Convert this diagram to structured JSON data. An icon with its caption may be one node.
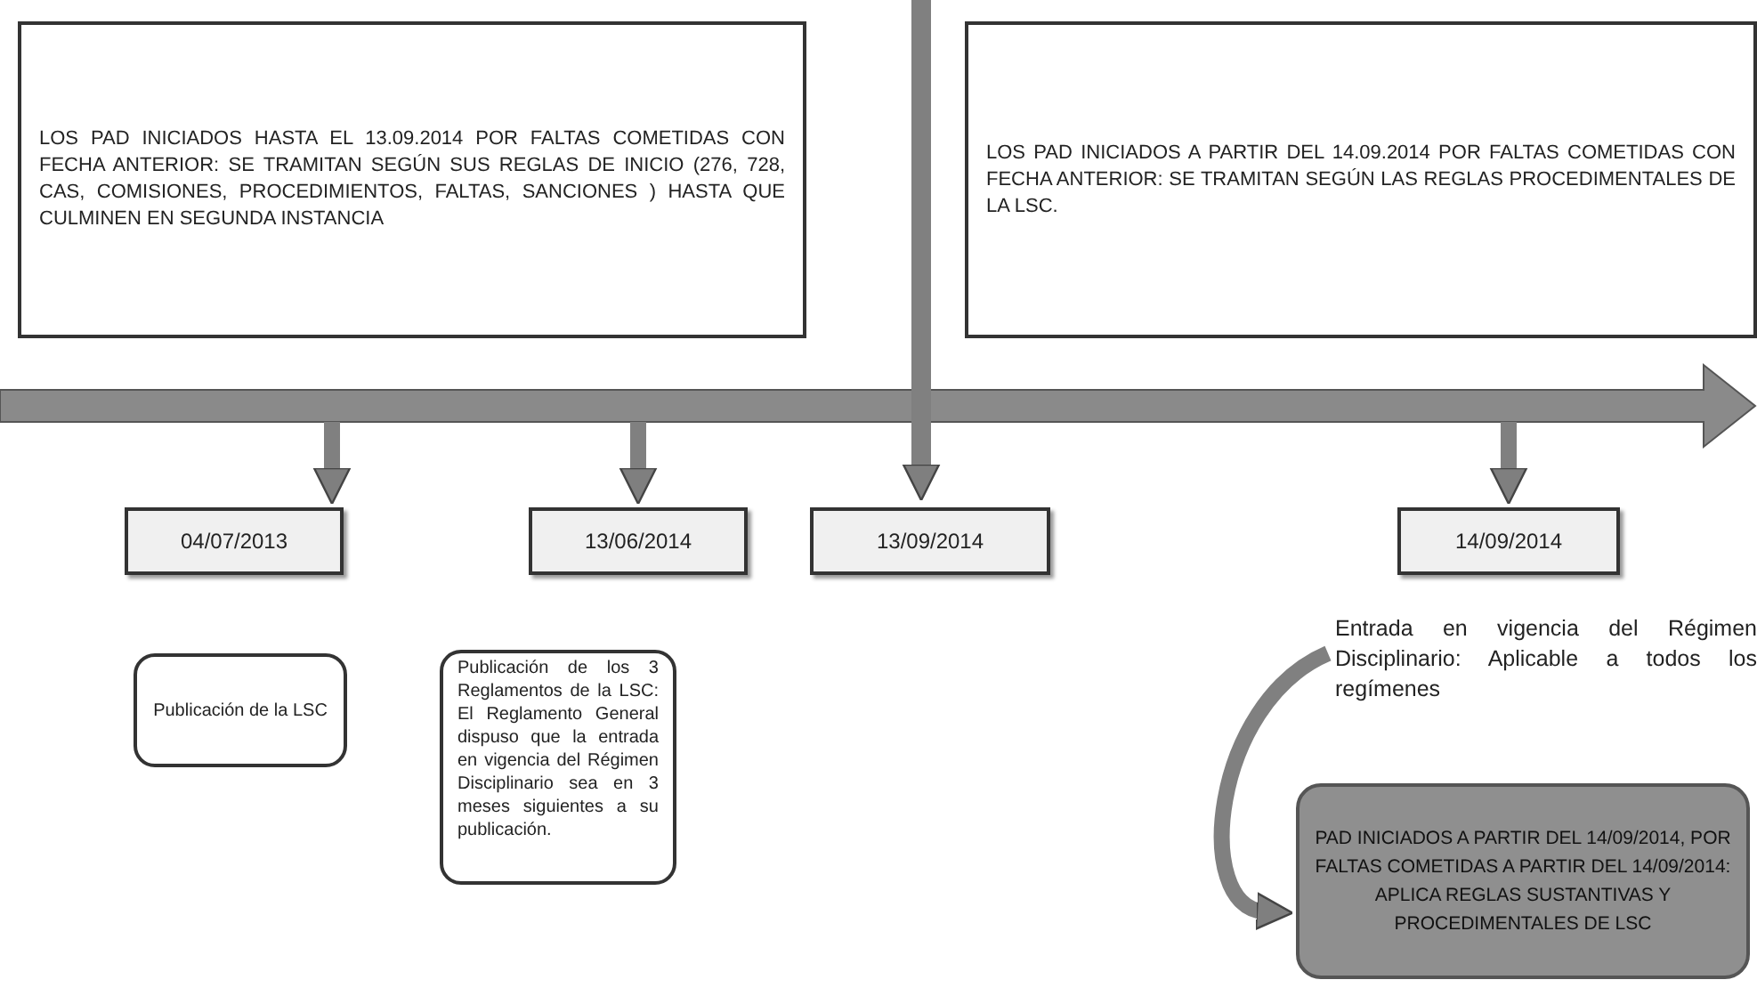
{
  "diagram": {
    "nodes": [
      {
        "text": [
          "LOS PAD INICIADOS HASTA EL 13.09.2014 POR FALTAS COMETIDAS CON FECHA ANTERIOR: SE TRAMITAN SEGÚN SUS REGLAS DE INICIO (276, 728, CAS, COMISIONES, PROCEDIMIENTOS, FALTAS, SANCIONES ) HASTA QUE CULMINEN EN SEGUNDA INSTANCIA"
        ]
      },
      {
        "text": [
          "LOS PAD INICIADOS A PARTIR DEL 14.09.2014 POR FALTAS COMETIDAS CON FECHA ANTERIOR: SE TRAMITAN SEGÚN LAS REGLAS PROCEDIMENTALES DE LA LSC."
        ]
      },
      {
        "text": [],
        "shape": "bar"
      },
      {
        "text": [
          "04/07/2013"
        ]
      },
      {
        "text": [
          "13/06/2014"
        ]
      },
      {
        "text": [
          "13/09/2014"
        ]
      },
      {
        "text": [
          "14/09/2014"
        ]
      },
      {
        "text": [
          "Publicación de la LSC"
        ]
      },
      {
        "text": [
          "Publicación de los 3 Reglamentos de la LSC: El Reglamento General dispuso que la entrada en vigencia del Régimen Disciplinario sea en 3 meses siguientes a su publicación."
        ]
      },
      {
        "text": [
          "Entrada en vigencia del Régimen Disciplinario: Aplicable a todos los regímenes"
        ]
      },
      {
        "text": [
          "PAD INICIADOS A PARTIR DEL 14/09/2014, POR FALTAS COMETIDAS A PARTIR DEL 14/09/2014: APLICA REGLAS SUSTANTIVAS Y PROCEDIMENTALES DE LSC"
        ]
      }
    ],
    "edges": [
      {
        "from": 2,
        "to": 3,
        "arrow": "to"
      },
      {
        "from": 2,
        "to": 4,
        "arrow": "to"
      },
      {
        "from": null,
        "to": 5,
        "arrow": "to"
      },
      {
        "from": 2,
        "to": 6,
        "arrow": "to"
      },
      {
        "from": 9,
        "to": 10,
        "arrow": "to"
      }
    ]
  }
}
